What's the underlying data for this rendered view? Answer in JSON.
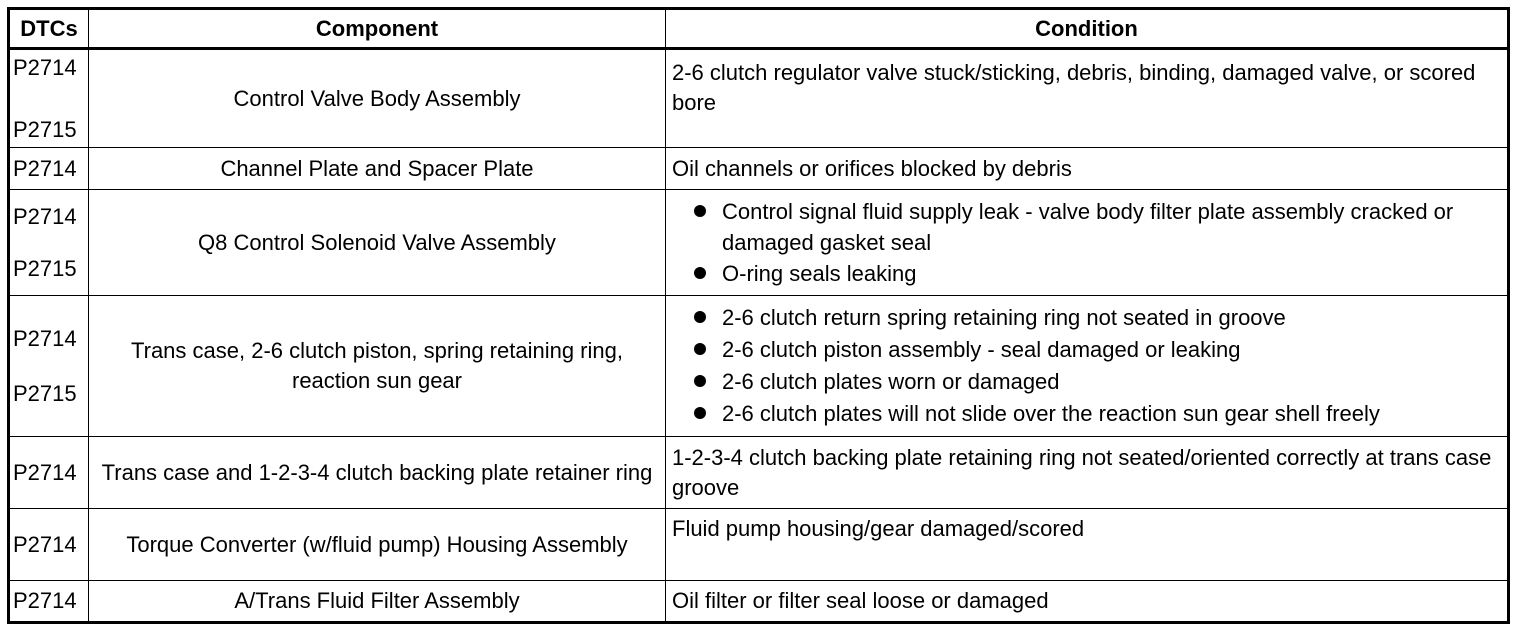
{
  "table": {
    "headers": {
      "dtcs": "DTCs",
      "component": "Component",
      "condition": "Condition"
    },
    "rows": [
      {
        "dtcs": [
          "P2714",
          "P2715"
        ],
        "component": "Control Valve Body Assembly",
        "condition": "2-6 clutch regulator valve stuck/sticking, debris, binding, damaged valve, or scored bore"
      },
      {
        "dtcs": [
          "P2714"
        ],
        "component": "Channel Plate and Spacer Plate",
        "condition": "Oil channels or orifices blocked by debris"
      },
      {
        "dtcs": [
          "P2714",
          "P2715"
        ],
        "component": "Q8 Control Solenoid Valve Assembly",
        "bullets": [
          "Control signal fluid supply leak - valve body filter plate assembly cracked or damaged gasket seal",
          "O-ring seals leaking"
        ]
      },
      {
        "dtcs": [
          "P2714",
          "P2715"
        ],
        "component": "Trans case, 2-6 clutch piston, spring retaining ring, reaction sun gear",
        "bullets": [
          "2-6 clutch return spring retaining ring not seated in groove",
          "2-6 clutch piston assembly - seal damaged or leaking",
          "2-6 clutch plates worn or damaged",
          "2-6 clutch plates will not slide over the reaction sun gear shell freely"
        ]
      },
      {
        "dtcs": [
          "P2714"
        ],
        "component": "Trans case and 1-2-3-4 clutch backing plate retainer ring",
        "condition": "1-2-3-4 clutch backing plate retaining ring not seated/oriented correctly at trans case groove"
      },
      {
        "dtcs": [
          "P2714"
        ],
        "component": "Torque Converter (w/fluid pump) Housing Assembly",
        "condition": "Fluid pump housing/gear damaged/scored"
      },
      {
        "dtcs": [
          "P2714"
        ],
        "component": "A/Trans Fluid Filter Assembly",
        "condition": "Oil filter or filter seal loose or damaged"
      }
    ]
  }
}
